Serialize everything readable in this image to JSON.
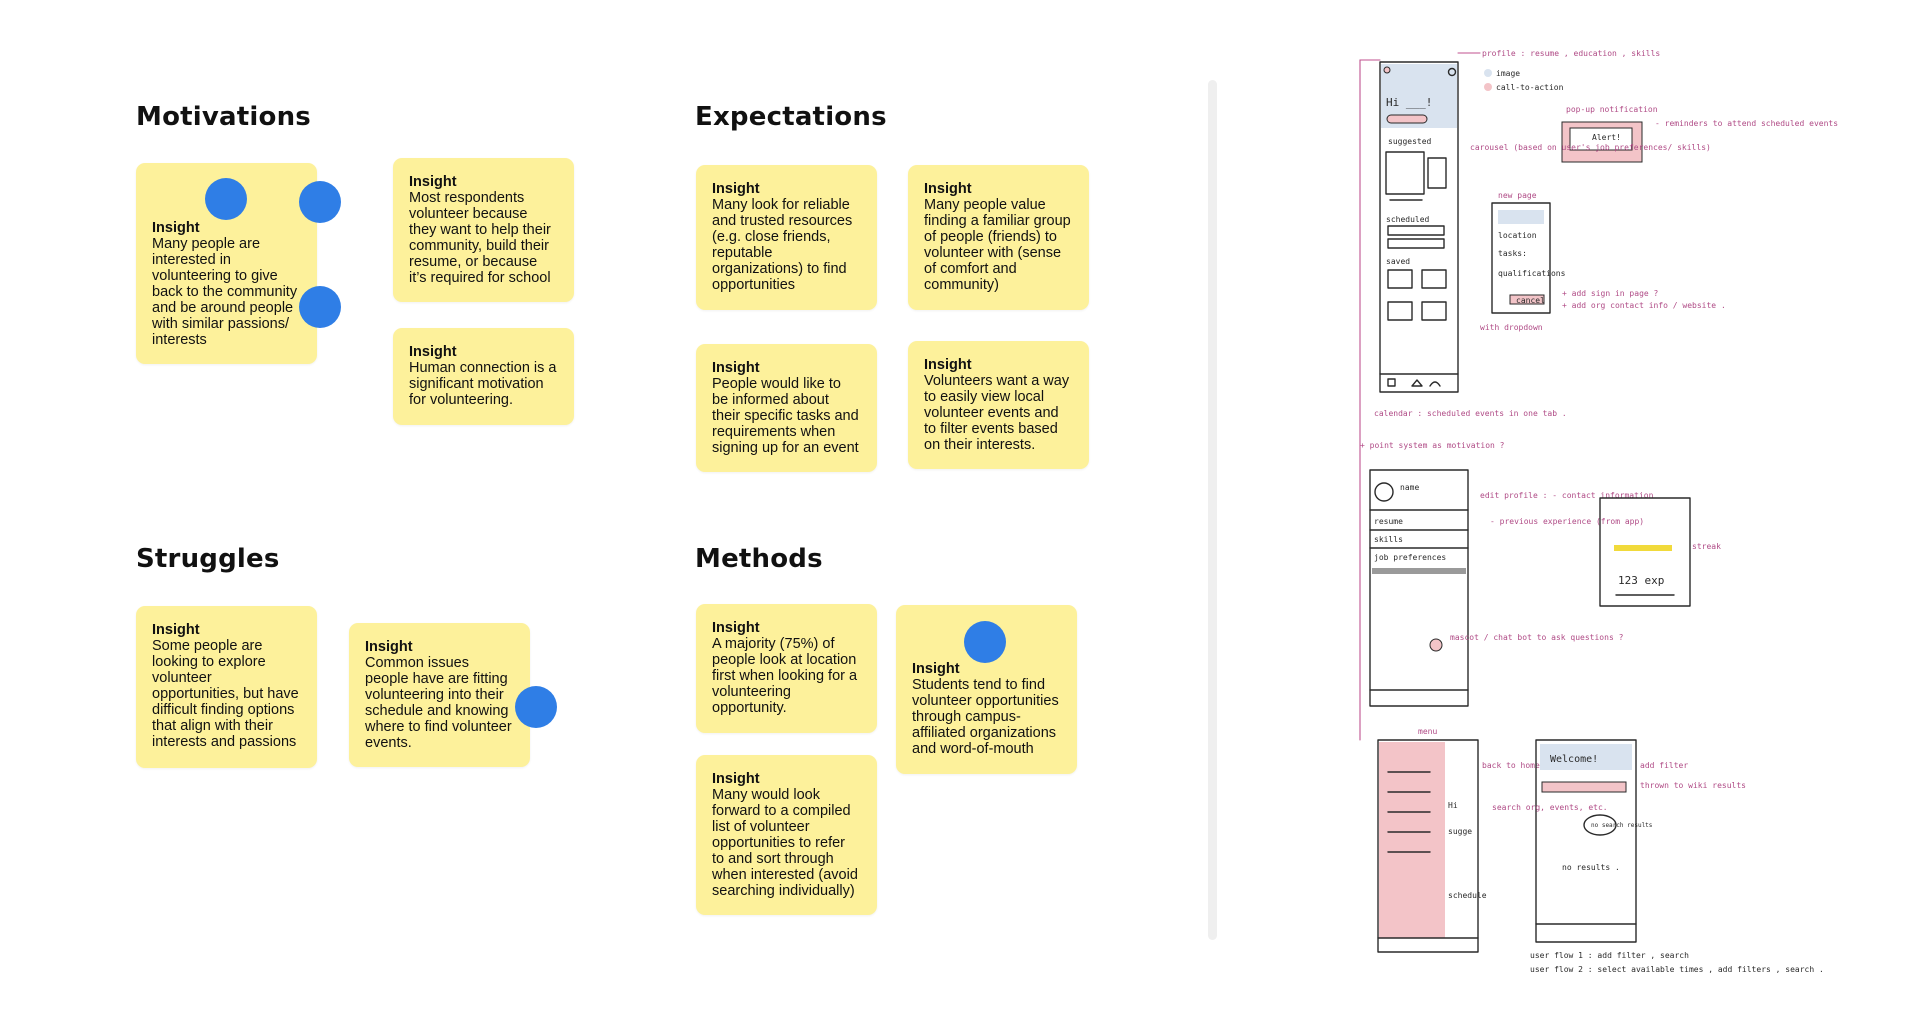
{
  "sections": {
    "motivations": {
      "heading": "Motivations"
    },
    "expectations": {
      "heading": "Expectations"
    },
    "struggles": {
      "heading": "Struggles"
    },
    "methods": {
      "heading": "Methods"
    }
  },
  "notes": {
    "m1": {
      "title": "Insight",
      "body": "Many people are interested in volunteering to give back to the community and be around people with similar passions/ interests"
    },
    "m2": {
      "title": "Insight",
      "body": "Most respondents volunteer because they want to help their community, build their resume, or because it’s required for school"
    },
    "m3": {
      "title": "Insight",
      "body": "Human connection is a significant motivation for volunteering."
    },
    "e1": {
      "title": "Insight",
      "body": "Many look for reliable and trusted resources (e.g. close friends, reputable organizations) to find opportunities"
    },
    "e2": {
      "title": "Insight",
      "body": "Many people value finding a familiar group of people (friends) to volunteer with (sense of comfort and community)"
    },
    "e3": {
      "title": "Insight",
      "body": "People would like to be informed about their specific tasks and requirements when signing up for an event"
    },
    "e4": {
      "title": "Insight",
      "body": "Volunteers want a way to easily view local volunteer events and to filter events based on their interests."
    },
    "s1": {
      "title": "Insight",
      "body": "Some people are looking to explore volunteer opportunities, but have difficult finding options that align with their interests and passions"
    },
    "s2": {
      "title": "Insight",
      "body": "Common issues people have are fitting volunteering into their schedule and knowing where to find volunteer events."
    },
    "me1": {
      "title": "Insight",
      "body": "A majority (75%) of people look at location first when looking for a volunteering opportunity."
    },
    "me2": {
      "title": "Insight",
      "body": "Students tend to find volunteer opportunities through campus-affiliated organizations and word-of-mouth"
    },
    "me3": {
      "title": "Insight",
      "body": "Many would look forward to a compiled list of volunteer opportunities to refer to and sort through when interested (avoid searching individually)"
    }
  },
  "sketch": {
    "s1_greeting": "Hi ___!",
    "s1_suggested": "suggested",
    "s1_scheduled": "scheduled",
    "s1_saved": "saved",
    "ann_profile": "profile : resume , education , skills",
    "legend_image": "image",
    "legend_cta": "call-to-action",
    "ann_popup": "pop-up notification",
    "popup_alert": "Alert!",
    "ann_reminders": "- reminders to attend scheduled events",
    "ann_carousel": "carousel (based on user's job preferences/ skills)",
    "ann_newpage": "new page",
    "newpage_location": "location",
    "newpage_tasks": "tasks:",
    "newpage_qualifications": "qualifications",
    "newpage_button": "cancel",
    "ann_signin": "+ add sign in page ?",
    "ann_orgcontact": "+ add org contact info / website .",
    "ann_dropdown": "with dropdown",
    "ann_calendar": "calendar : scheduled events in one tab .",
    "ann_points": "+ point system as motivation ?",
    "s2_name": "name",
    "s2_resume": "resume",
    "s2_skills": "skills",
    "s2_jobprefs": "job preferences",
    "ann_editprofile": "edit profile : - contact information",
    "ann_prevexp": "- previous experience (from app)",
    "points_value": "123 exp",
    "ann_streak": "streak",
    "ann_mascot": "mascot / chat bot to ask questions ?",
    "ann_menu": "menu",
    "ann_back": "back to home",
    "s3_greeting": "Hi",
    "s3_suggested": "sugge",
    "s3_scheduled": "schedule",
    "welcome": "Welcome!",
    "ann_filter": "add filter",
    "ann_wander": "thrown to wiki results",
    "ann_search": "search org, events, etc.",
    "bubble_text": "no search results",
    "no_results": "no results .",
    "flow1": "user flow 1 : add filter , search",
    "flow2": "user flow 2 : select available times , add filters , search ."
  },
  "colors": {
    "sticky": "#fdf19b",
    "dot": "#2f7ee6",
    "sketch_pink": "#f3c4c8",
    "sketch_blue": "#d9e3ef",
    "annotation": "#b04b86"
  }
}
